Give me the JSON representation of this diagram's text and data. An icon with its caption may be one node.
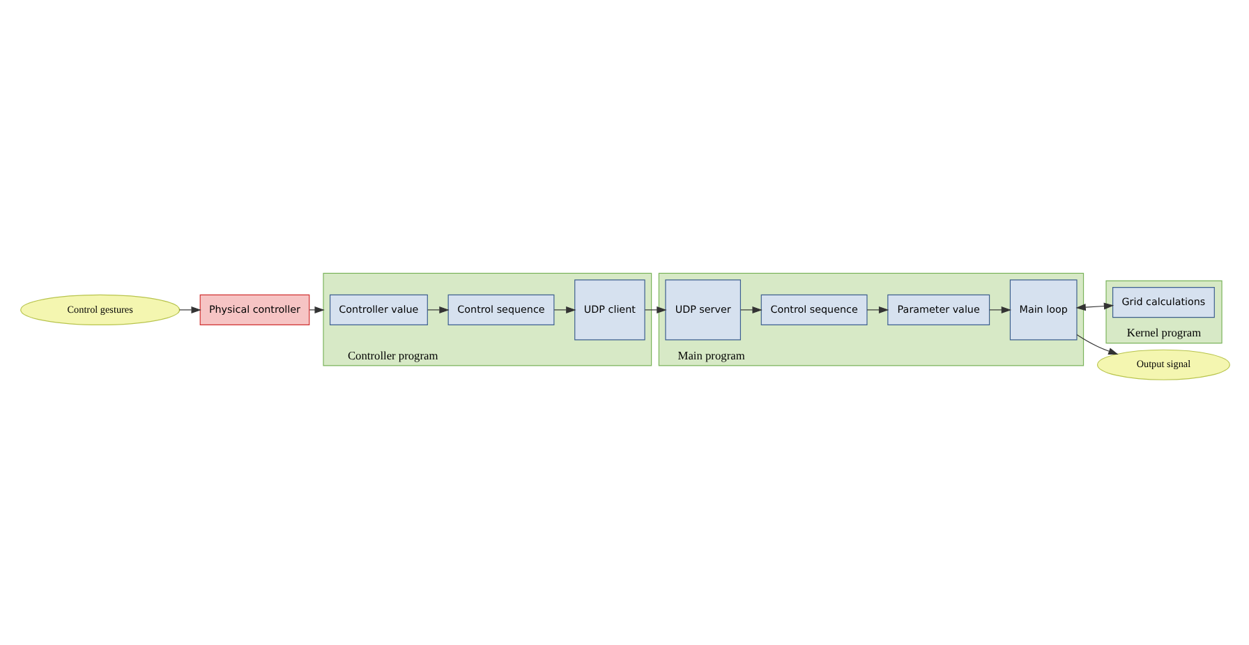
{
  "diagram": {
    "nodes": [
      {
        "text": [
          "Control gestures"
        ]
      },
      {
        "text": [
          "Physical controller"
        ]
      },
      {
        "text": [
          "Controller program"
        ]
      },
      {
        "text": [
          "Controller value"
        ],
        "in": 2
      },
      {
        "text": [
          "Control sequence"
        ],
        "in": 2
      },
      {
        "text": [
          "UDP client"
        ],
        "in": 2
      },
      {
        "text": [
          "Main program"
        ]
      },
      {
        "text": [
          "UDP server"
        ],
        "in": 6
      },
      {
        "text": [
          "Control sequence"
        ],
        "in": 6
      },
      {
        "text": [
          "Parameter value"
        ],
        "in": 6
      },
      {
        "text": [
          "Main loop"
        ],
        "in": 6
      },
      {
        "text": [
          "Kernel program"
        ]
      },
      {
        "text": [
          "Grid calculations"
        ],
        "in": 11
      },
      {
        "text": [
          "Output signal"
        ]
      }
    ],
    "edges": [
      {
        "from": 0,
        "to": 1,
        "arrow": "to"
      },
      {
        "from": 1,
        "to": 2,
        "arrow": "to"
      },
      {
        "from": 3,
        "to": 4,
        "arrow": "to"
      },
      {
        "from": 4,
        "to": 5,
        "arrow": "to"
      },
      {
        "from": 5,
        "to": 7,
        "arrow": "to"
      },
      {
        "from": 7,
        "to": 8,
        "arrow": "to"
      },
      {
        "from": 8,
        "to": 9,
        "arrow": "to"
      },
      {
        "from": 9,
        "to": 10,
        "arrow": "to"
      },
      {
        "from": 10,
        "to": 12,
        "arrow": "both"
      },
      {
        "from": 10,
        "to": 13,
        "arrow": "to"
      }
    ]
  }
}
